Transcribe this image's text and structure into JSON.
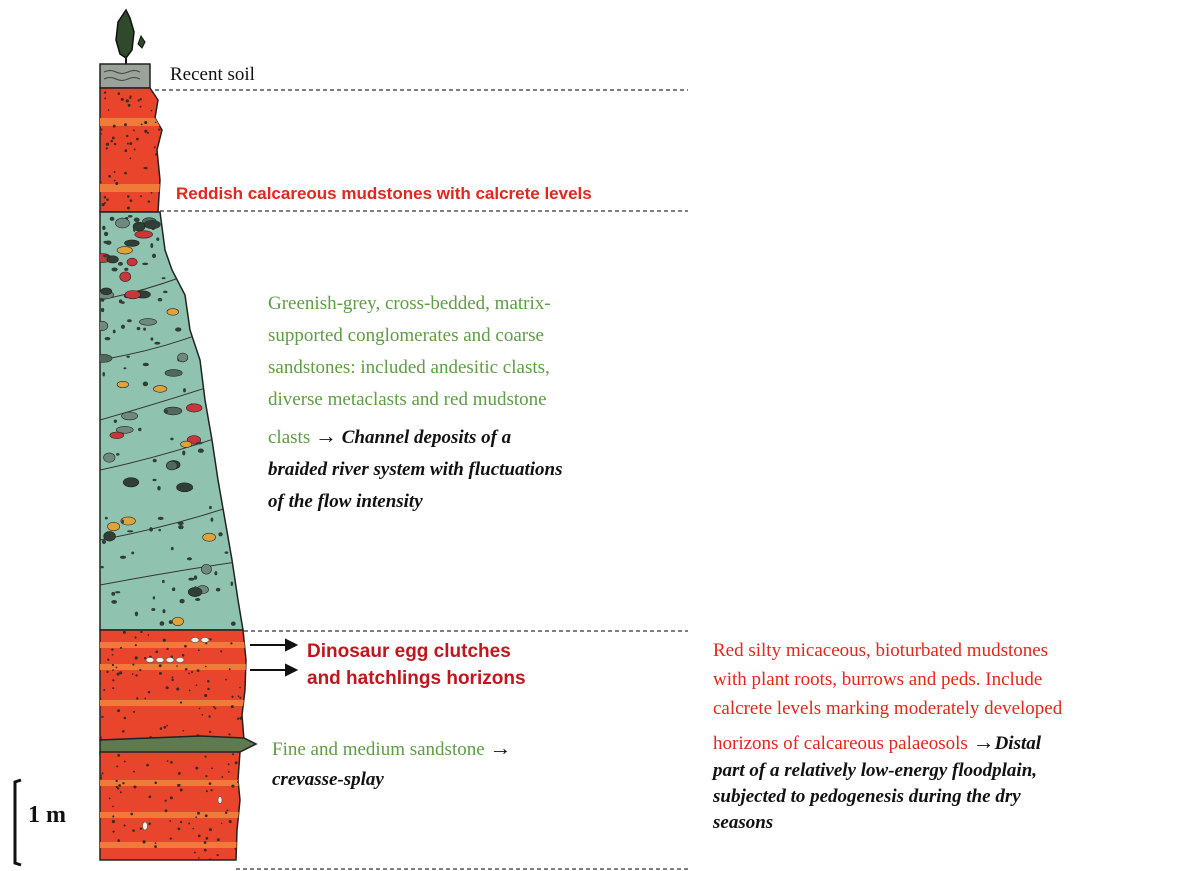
{
  "colors": {
    "red_layer": "#e8452c",
    "green_layer": "#8fc3b0",
    "sandstone": "#5f7a4e",
    "soil": "#9aa39a",
    "green_text": "#5e9c45",
    "red_text": "#e5261c",
    "dark_red_text": "#c0161c"
  },
  "icons": [
    "tree-icon",
    "arrow-right-icon",
    "scale-bar"
  ],
  "labels": {
    "recent_soil": "Recent soil",
    "reddish": "Reddish calcareous mudstones with calcrete levels",
    "conglomerates": {
      "line1": "Greenish-grey,  cross-bedded, matrix-",
      "line2": "supported conglomerates and coarse",
      "line3": "sandstones: included andesitic clasts,",
      "line4": "diverse metaclasts and red mudstone",
      "line5": "clasts",
      "interp1": "Channel deposits of a",
      "interp2": "braided river system with fluctuations",
      "interp3": "of the flow intensity"
    },
    "dinosaur": {
      "line1": "Dinosaur egg clutches",
      "line2": "and hatchlings horizons"
    },
    "sandstone": {
      "line1": "Fine and medium sandstone",
      "interp": "crevasse-splay"
    },
    "red_silty": {
      "line1": "Red silty micaceous, bioturbated mudstones",
      "line2": "with plant roots, burrows and peds. Include",
      "line3": "calcrete levels marking moderately developed",
      "line4": "horizons of calcareous palaeosols",
      "interp1": "Distal",
      "interp2": "part of a relatively low-energy floodplain,",
      "interp3": "subjected to pedogenesis during the dry",
      "interp4": "seasons"
    },
    "scale": "1 m"
  }
}
